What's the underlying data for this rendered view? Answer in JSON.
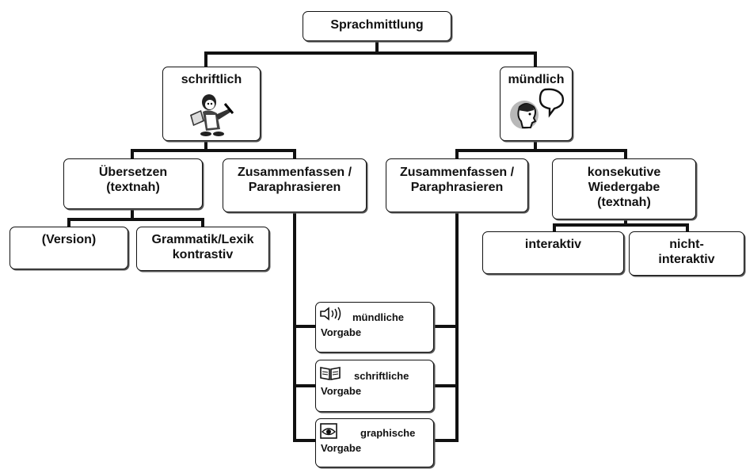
{
  "root": {
    "label": "Sprachmittlung"
  },
  "branches": {
    "written": {
      "label": "schriftlich",
      "icon": "writing-person-icon"
    },
    "oral": {
      "label": "mündlich",
      "icon": "speaking-person-icon"
    }
  },
  "written_children": {
    "translate": "Übersetzen\n(textnah)",
    "summarize": "Zusammenfassen /\nParaphrasieren",
    "version": "(Version)",
    "grammar": "Grammatik/Lexik\nkontrastiv"
  },
  "oral_children": {
    "summarize": "Zusammenfassen /\nParaphrasieren",
    "consecutive": "konsekutive\nWiedergabe\n(textnah)",
    "interactive": "interaktiv",
    "noninteractive": "nicht-\ninteraktiv"
  },
  "inputs": [
    {
      "title": "mündliche",
      "sub": "Vorgabe",
      "icon": "speaker-icon"
    },
    {
      "title": "schriftliche",
      "sub": "Vorgabe",
      "icon": "book-icon"
    },
    {
      "title": "graphische",
      "sub": "Vorgabe",
      "icon": "eye-icon"
    }
  ],
  "colors": {
    "line": "#111111",
    "box_border": "#111111",
    "background": "#ffffff"
  }
}
